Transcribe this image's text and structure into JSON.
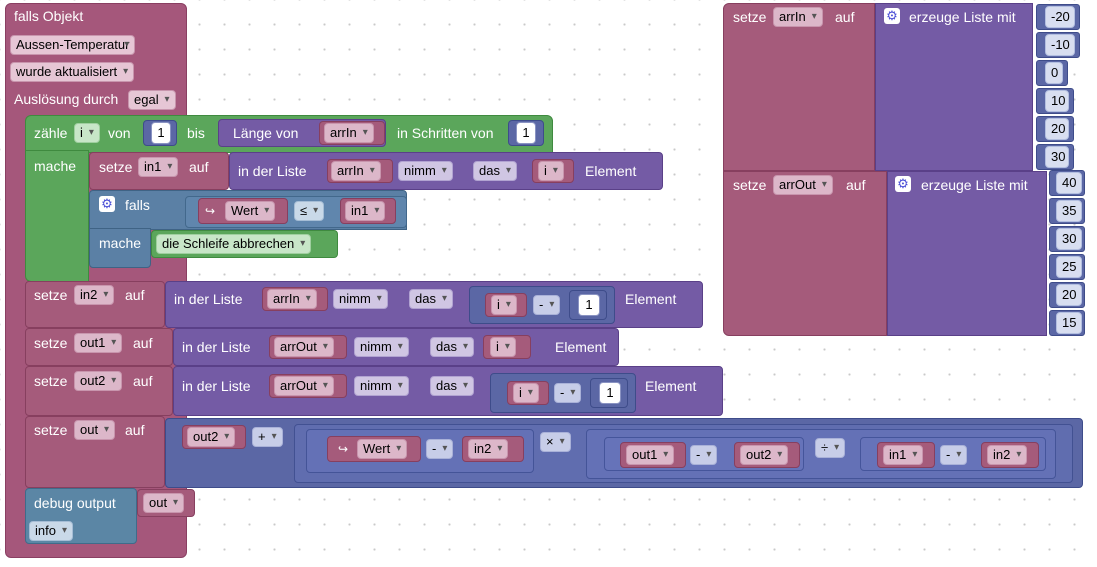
{
  "event": {
    "if_object": "falls Objekt",
    "object": "Aussen-Temperatur",
    "trigger": "wurde aktualisiert",
    "triggered_by_label": "Auslösung durch",
    "triggered_by": "egal"
  },
  "loop": {
    "count": "zähle",
    "var": "i",
    "from": "von",
    "from_val": "1",
    "to": "bis",
    "length_of": "Länge von",
    "list": "arrIn",
    "step_label": "in Schritten von",
    "step_val": "1",
    "do": "mache"
  },
  "set_in1": {
    "set": "setze",
    "var": "in1",
    "to": "auf",
    "in_list": "in der Liste",
    "list": "arrIn",
    "get": "nimm",
    "mode": "das",
    "index": "i",
    "element": "Element"
  },
  "if_block": {
    "if": "falls",
    "value_arrow": "↪",
    "value": "Wert",
    "op": "≤",
    "operand": "in1",
    "do": "mache",
    "break": "die Schleife abbrechen"
  },
  "set_in2": {
    "set": "setze",
    "var": "in2",
    "to": "auf",
    "in_list": "in der Liste",
    "list": "arrIn",
    "get": "nimm",
    "mode": "das",
    "index": "i",
    "minus": "-",
    "offset": "1",
    "element": "Element"
  },
  "set_out1": {
    "set": "setze",
    "var": "out1",
    "to": "auf",
    "in_list": "in der Liste",
    "list": "arrOut",
    "get": "nimm",
    "mode": "das",
    "index": "i",
    "element": "Element"
  },
  "set_out2": {
    "set": "setze",
    "var": "out2",
    "to": "auf",
    "in_list": "in der Liste",
    "list": "arrOut",
    "get": "nimm",
    "mode": "das",
    "index": "i",
    "minus": "-",
    "offset": "1",
    "element": "Element"
  },
  "set_out": {
    "set": "setze",
    "var": "out",
    "to": "auf",
    "a": "out2",
    "plus": "+",
    "value_arrow": "↪",
    "value": "Wert",
    "minus1": "-",
    "b": "in2",
    "times": "×",
    "c": "out1",
    "minus2": "-",
    "d": "out2",
    "div": "÷",
    "e": "in1",
    "minus3": "-",
    "f": "in2"
  },
  "debug": {
    "label": "debug output",
    "var": "out",
    "level": "info"
  },
  "set_arrIn": {
    "set": "setze",
    "var": "arrIn",
    "to": "auf",
    "create": "erzeuge Liste mit",
    "values": [
      "-20",
      "-10",
      "0",
      "10",
      "20",
      "30"
    ]
  },
  "set_arrOut": {
    "set": "setze",
    "var": "arrOut",
    "to": "auf",
    "create": "erzeuge Liste mit",
    "values": [
      "40",
      "35",
      "30",
      "25",
      "20",
      "15"
    ]
  },
  "icons": {
    "gear": "gear-icon",
    "dropdown": "chevron-down-icon"
  },
  "colors": {
    "event": "#a5577b",
    "loop": "#5ba65b",
    "variable": "#a55b7b",
    "list": "#745ba5",
    "math": "#5b67a5",
    "logic": "#5b80a5",
    "debug": "#5b86a5"
  }
}
